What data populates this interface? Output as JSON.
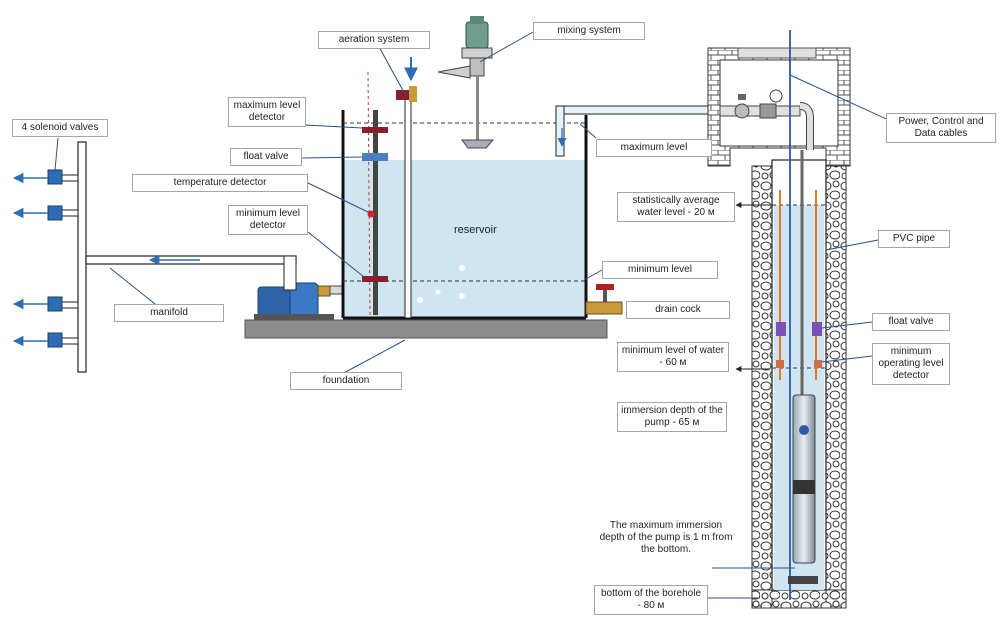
{
  "labels": {
    "solenoid_valves": "4  solenoid valves",
    "manifold": "manifold",
    "maximum_level_detector": "maximum level detector",
    "float_valve_reservoir": "float valve",
    "temperature_detector": "temperature detector",
    "minimum_level_detector": "minimum level detector",
    "aeration_system": "aeration system",
    "mixing_system": "mixing system",
    "reservoir": "reservoir",
    "maximum_level": "maximum level",
    "minimum_level": "minimum level",
    "drain_cock": "drain cock",
    "foundation": "foundation",
    "power_control_cables": "Power, Control and Data cables",
    "average_water_level": "statistically average water level - 20 м",
    "pvc_pipe": "PVC  pipe",
    "float_valve_borehole": "float valve",
    "minimum_level_water": "minimum level of water - 60 м",
    "minimum_operating_level_detector": "minimum operating level detector",
    "immersion_depth": "immersion depth of the pump - 65 м",
    "max_immersion_depth": "The maximum immersion depth of the pump is 1 m from the bottom.",
    "bottom_of_borehole": "bottom of the borehole - 80 м"
  },
  "colors": {
    "water": "#cfe6f2",
    "pipe_blue": "#2e6db4",
    "detector_red": "#c0392b",
    "float_blue": "#4a7fc1",
    "float_purple": "#7b4fb5",
    "pump_blue": "#2f64a8",
    "brass": "#c79a3a",
    "foundation": "#8c8c8c"
  }
}
